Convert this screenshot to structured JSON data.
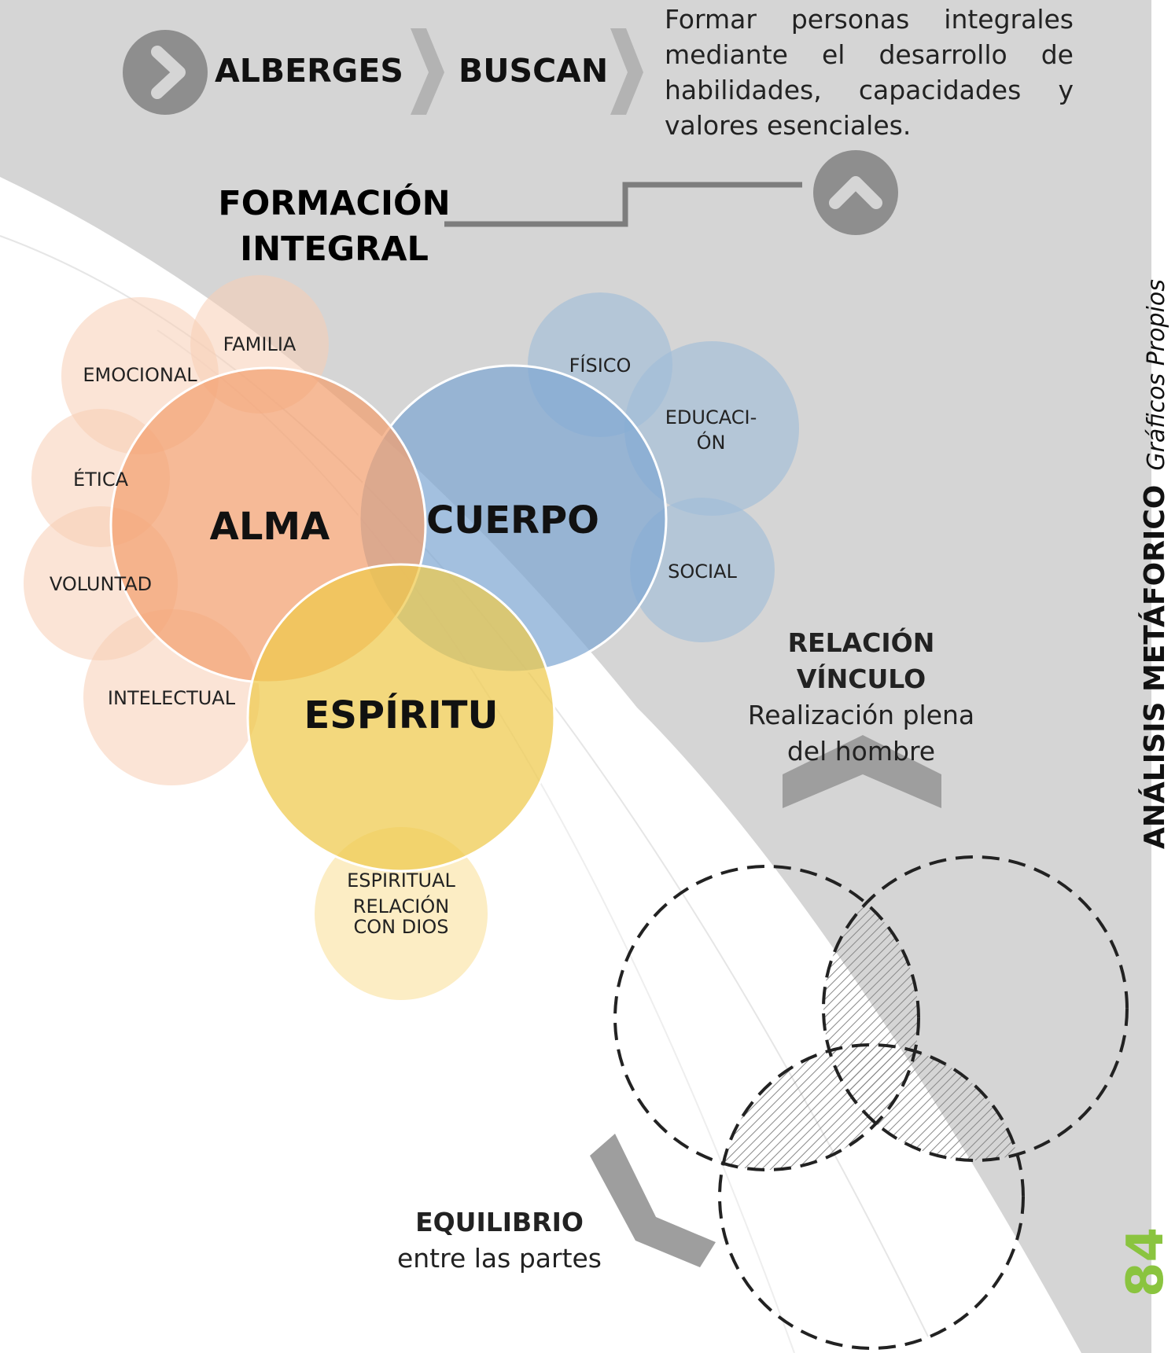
{
  "header": {
    "step1": "ALBERGES",
    "step2": "BUSCAN",
    "description": "Formar personas integrales mediante el desarrollo de habilidades, capacidades y valores esenciales."
  },
  "title": {
    "line1": "FORMACIÓN",
    "line2": "INTEGRAL"
  },
  "main_circles": {
    "alma": "ALMA",
    "cuerpo": "CUERPO",
    "espiritu": "ESPÍRITU"
  },
  "alma_aspects": [
    "EMOCIONAL",
    "FAMILIA",
    "ÉTICA",
    "VOLUNTAD",
    "INTELECTUAL"
  ],
  "cuerpo_aspects": [
    "FÍSICO",
    "EDUCACI-",
    "ÓN",
    "SOCIAL"
  ],
  "espiritu_aspects": {
    "line1": "ESPIRITUAL",
    "line2": "RELACIÓN",
    "line3": "CON DIOS"
  },
  "relacion": {
    "line1": "RELACIÓN",
    "line2": "VÍNCULO",
    "line3": "Realización plena",
    "line4": "del hombre"
  },
  "equilibrio": {
    "line1": "EQUILIBRIO",
    "line2": "entre las partes"
  },
  "sidebar": {
    "title": "ANÁLISIS METÁFORICO",
    "subtitle": "Gráficos Propios"
  },
  "page_number": "84",
  "colors": {
    "background_gray": "#d5d5d5",
    "icon_gray": "#8e8e8e",
    "alma": "#f2a679",
    "cuerpo": "#8fb2d8",
    "espiritu": "#f0cf5e",
    "accent_green": "#8ac43f"
  },
  "icons": [
    "chevron-right-icon",
    "chevron-up-icon"
  ]
}
